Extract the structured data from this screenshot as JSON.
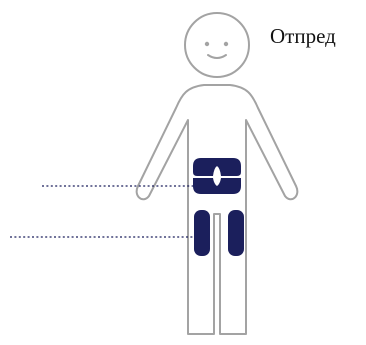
{
  "diagram": {
    "label": "Отпред",
    "colors": {
      "outline": "#a3a3a3",
      "injection_site": "#1b1f5c",
      "leader_line": "#1b1f5c",
      "text": "#111111"
    },
    "icons": {
      "figure": "human-figure-front-icon",
      "face": "smiling-face-icon"
    },
    "injection_sites": [
      "abdomen",
      "thighs"
    ]
  }
}
